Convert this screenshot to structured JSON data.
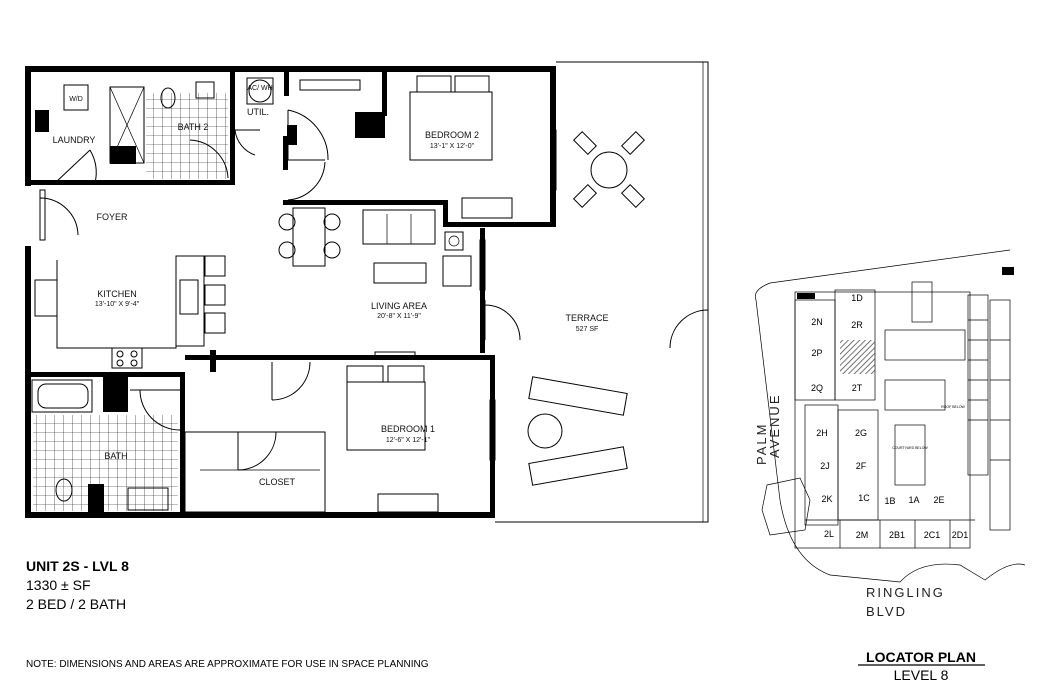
{
  "floor_plan": {
    "rooms": {
      "laundry": {
        "label": "LAUNDRY",
        "appliance": "W/D"
      },
      "bath2": {
        "label": "BATH 2"
      },
      "util": {
        "label": "UTIL.",
        "appliance": "AC/ WH"
      },
      "bedroom2": {
        "label": "BEDROOM 2",
        "dims": "13'-1\" X 12'-0\""
      },
      "foyer": {
        "label": "FOYER"
      },
      "kitchen": {
        "label": "KITCHEN",
        "dims": "13'-10\" X 9'-4\""
      },
      "living": {
        "label": "LIVING AREA",
        "dims": "20'-8\" X 11'-9\""
      },
      "terrace": {
        "label": "TERRACE",
        "dims": "527 SF"
      },
      "bedroom1": {
        "label": "BEDROOM 1",
        "dims": "12'-6\" X 12'-1\""
      },
      "bath": {
        "label": "BATH"
      },
      "closet": {
        "label": "CLOSET"
      }
    }
  },
  "unit_info": {
    "title": "UNIT  2S - LVL 8",
    "area": "1330 ± SF",
    "beds_baths": "2 BED / 2 BATH"
  },
  "note": "NOTE: DIMENSIONS AND AREAS ARE APPROXIMATE FOR USE IN SPACE PLANNING",
  "locator": {
    "title": "LOCATOR PLAN",
    "subtitle": "LEVEL 8",
    "streets": {
      "avenue1": "PALM",
      "avenue2": "AVENUE",
      "blvd1": "RINGLING",
      "blvd2": "BLVD"
    },
    "units": [
      "1D",
      "2N",
      "2R",
      "2P",
      "2Q",
      "2T",
      "2H",
      "2G",
      "2J",
      "2F",
      "2K",
      "1C",
      "1B",
      "1A",
      "2E",
      "2L",
      "2M",
      "2B1",
      "2C1",
      "2D1"
    ],
    "small_labels": {
      "roof": "ROOF BELOW",
      "courtyard": "COURTYARD BELOW"
    },
    "highlight_unit_color": "#555555"
  }
}
